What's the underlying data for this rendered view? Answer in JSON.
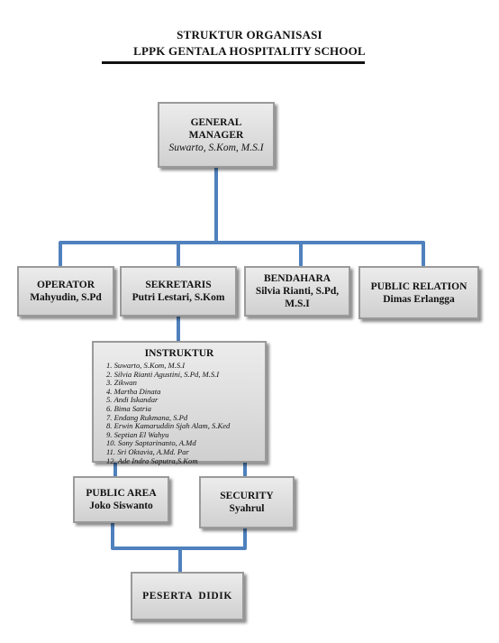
{
  "header": {
    "line1": "STRUKTUR ORGANISASI",
    "line2": "LPPK GENTALA HOSPITALITY SCHOOL"
  },
  "general_manager": {
    "title_line1": "GENERAL",
    "title_line2": "MANAGER",
    "name": "Suwarto, S.Kom, M.S.I"
  },
  "operator": {
    "title": "OPERATOR",
    "name": "Mahyudin, S.Pd"
  },
  "sekretaris": {
    "title": "SEKRETARIS",
    "name": "Putri Lestari, S.Kom"
  },
  "bendahara": {
    "title": "BENDAHARA",
    "name_line1": "Silvia Rianti, S.Pd,",
    "name_line2": "M.S.I"
  },
  "public_relation": {
    "title": "PUBLIC RELATION",
    "name": "Dimas Erlangga"
  },
  "instruktur": {
    "title": "INSTRUKTUR",
    "members": [
      "1. Suwarto, S.Kom, M.S.I",
      "2. Silvia Rianti Agustini, S.Pd, M.S.I",
      "3. Zikwan",
      "4. Martha Dinata",
      "5. Andi Iskandar",
      "6. Bima Satria",
      "7. Endang Rukmana, S.Pd",
      "8. Erwin Kamaruddin Sjah Alam, S.Ked",
      "9. Septian El Wahyu",
      "10. Sony Saptarinanto, A.Md",
      "11. Sri Oktavia, A.Md. Par",
      "12. Ade Indra Saputra,S.Kom"
    ]
  },
  "public_area": {
    "title": "PUBLIC AREA",
    "name": "Joko Siswanto"
  },
  "security": {
    "title": "SECURITY",
    "name": "Syahrul"
  },
  "peserta_didik": {
    "title": "PESERTA  DIDIK"
  },
  "colors": {
    "connector": "#4f81bd",
    "box_border": "#9a9a9a"
  }
}
